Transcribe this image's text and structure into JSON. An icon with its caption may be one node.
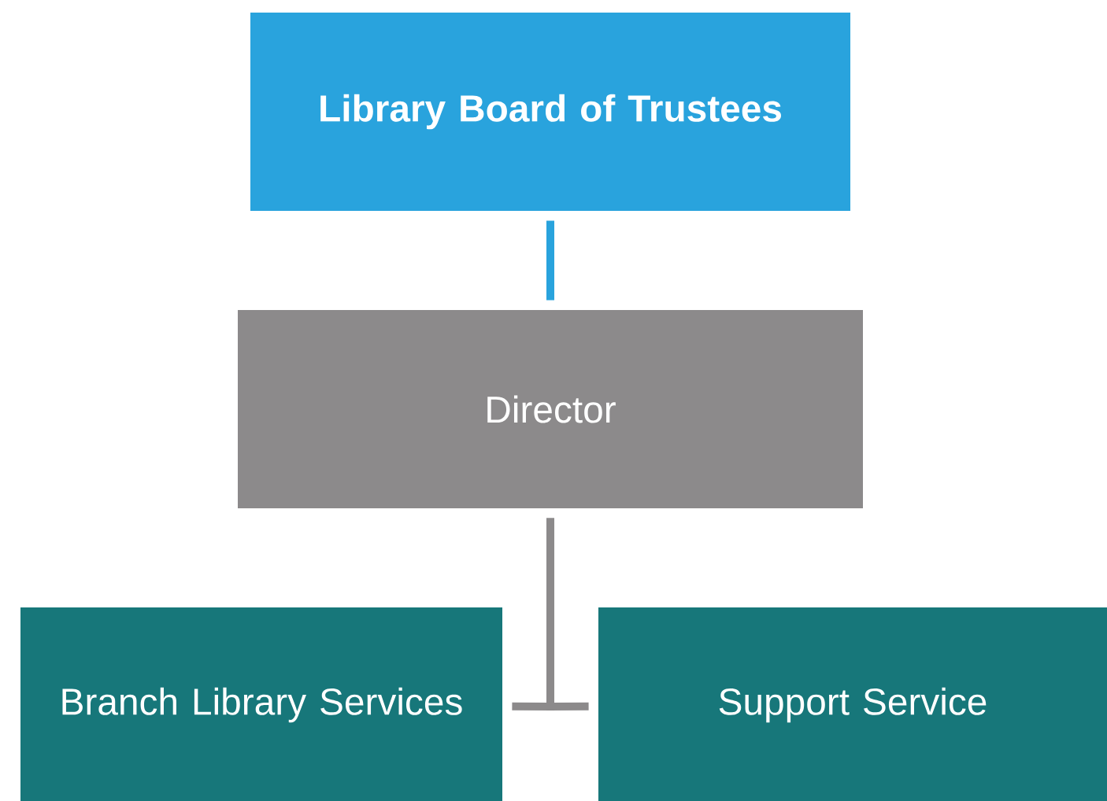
{
  "diagram": {
    "nodes": [
      {
        "text": [
          "Library Board of Trustees"
        ]
      },
      {
        "text": [
          "Director"
        ]
      },
      {
        "text": [
          "Branch Library Services"
        ]
      },
      {
        "text": [
          "Support Service"
        ]
      }
    ],
    "edges": [
      {
        "from": 0,
        "to": 1,
        "arrow": "none",
        "color": "#29a3dd"
      },
      {
        "from": 1,
        "to": 2,
        "arrow": "none"
      },
      {
        "from": 1,
        "to": 3,
        "arrow": "none"
      }
    ]
  }
}
